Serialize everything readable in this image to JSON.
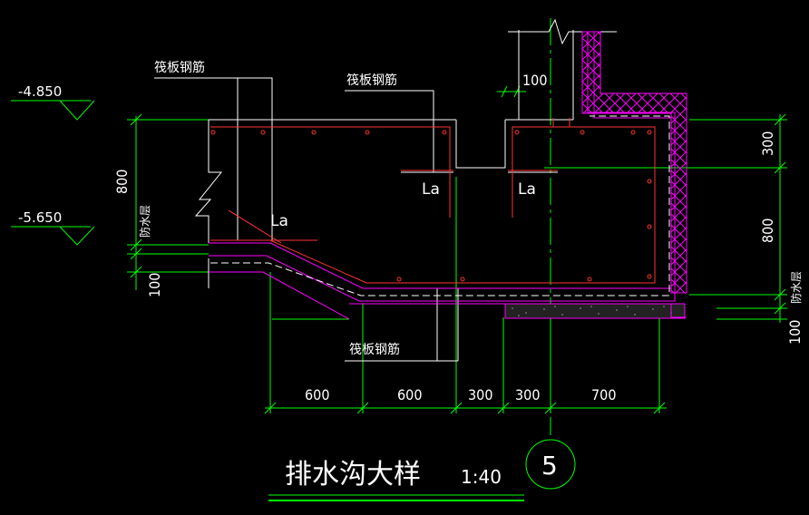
{
  "levels": {
    "top": "-4.850",
    "bottom": "-5.650"
  },
  "labels": {
    "raft_rebar_left": "筏板钢筋",
    "raft_rebar_center": "筏板钢筋",
    "raft_rebar_bottom": "筏板钢筋",
    "la_left": "La",
    "la_mid1": "La",
    "la_mid2": "La",
    "waterproof_left": "防水层",
    "waterproof_right": "防水层"
  },
  "dimensions": {
    "left_800": "800",
    "left_100": "100",
    "top_100": "100",
    "right_300": "300",
    "right_800": "800",
    "right_100": "100",
    "bottom": [
      "600",
      "600",
      "300",
      "300",
      "700"
    ]
  },
  "title": {
    "text": "排水沟大样",
    "scale": "1:40",
    "detail_number": "5"
  },
  "colors": {
    "background": "#000000",
    "dimension_lines": "#00ff00",
    "concrete_outline": "#ffffff",
    "rebar": "#ff3333",
    "waterproof": "#ff00ff",
    "insulation_hatch": "#ff00ff"
  }
}
